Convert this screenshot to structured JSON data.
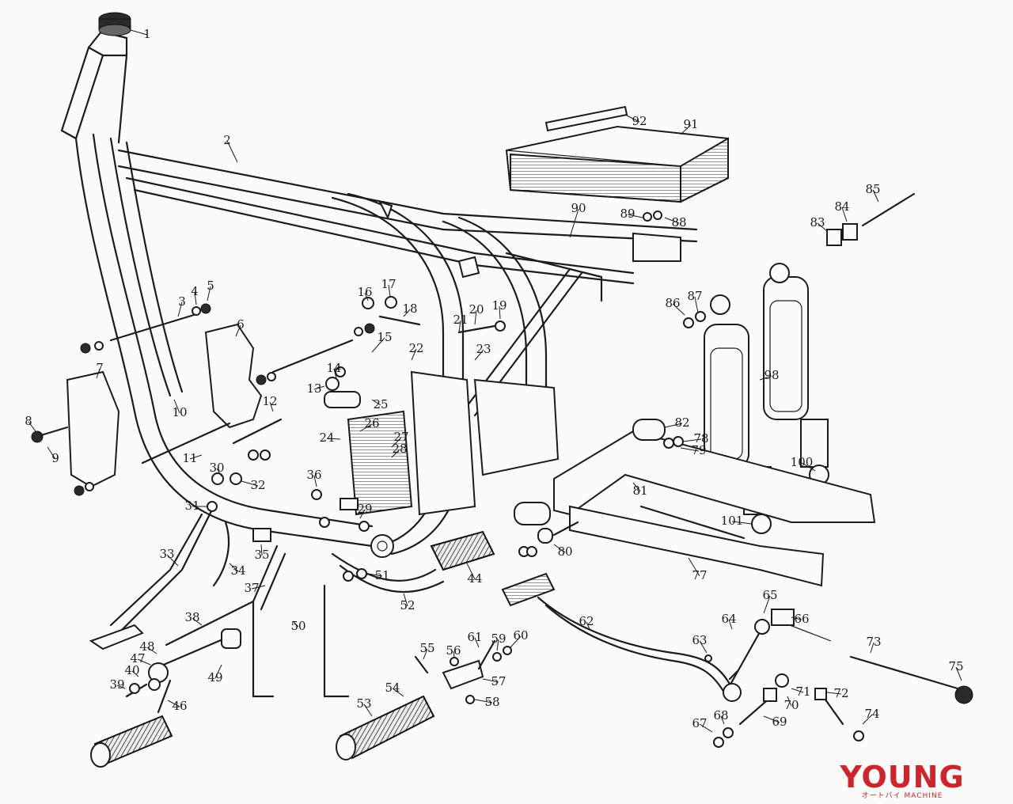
{
  "diagram": {
    "part_numbers": [
      "1",
      "2",
      "3",
      "4",
      "5",
      "6",
      "7",
      "8",
      "9",
      "10",
      "11",
      "12",
      "13",
      "14",
      "15",
      "16",
      "17",
      "18",
      "19",
      "20",
      "21",
      "22",
      "23",
      "24",
      "25",
      "26",
      "27",
      "28",
      "29",
      "30",
      "31",
      "32",
      "33",
      "34",
      "35",
      "36",
      "37",
      "38",
      "39",
      "40",
      "44",
      "46",
      "47",
      "48",
      "49",
      "50",
      "51",
      "52",
      "53",
      "54",
      "55",
      "56",
      "57",
      "58",
      "59",
      "60",
      "61",
      "62",
      "63",
      "64",
      "65",
      "66",
      "67",
      "68",
      "69",
      "70",
      "71",
      "72",
      "73",
      "74",
      "75",
      "77",
      "78",
      "79",
      "80",
      "81",
      "82",
      "83",
      "84",
      "85",
      "86",
      "87",
      "88",
      "89",
      "90",
      "91",
      "92",
      "98",
      "100",
      "101"
    ]
  },
  "watermark": {
    "brand": "YOUNG",
    "sub": "オートバイ MACHINE",
    "color": "#d1232a"
  }
}
